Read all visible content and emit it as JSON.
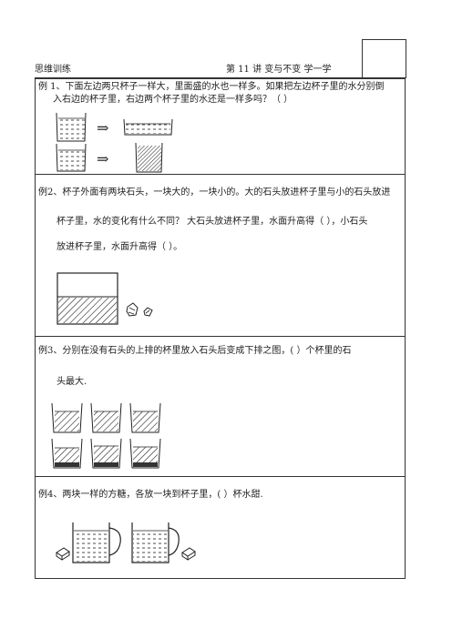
{
  "header": {
    "left": "思维训练",
    "right": "第 11 讲    变与不变     学一学"
  },
  "q1": {
    "line1": "例 1、下面左边两只杯子一样大，里面盛的水也一样多。如果把左边杯子里的水分别倒",
    "line2": "入右边的杯子里，右边两个杯子里的水还是一样多吗？（                        ）"
  },
  "q2": {
    "line1": "例2、杯子外面有两块石头，一块大的，一块小的。大的石头放进杯子里与小的石头放进",
    "line2": "杯子里，水的变化有什么不同？ 大石头放进杯子里，水面升高得（       ），小石头",
    "line3": "放进杯子里，水面升高得（             ）。"
  },
  "q3": {
    "line1": "例3、分别在没有石头的上排的杯里放入石头后变成下排之图，(                ）个杯里的石",
    "line2": "头最大."
  },
  "q4": {
    "line1": "例4、两块一样的方糖，各放一块到杯子里，(                ）杯水甜."
  },
  "arrow_glyph": "⇒"
}
